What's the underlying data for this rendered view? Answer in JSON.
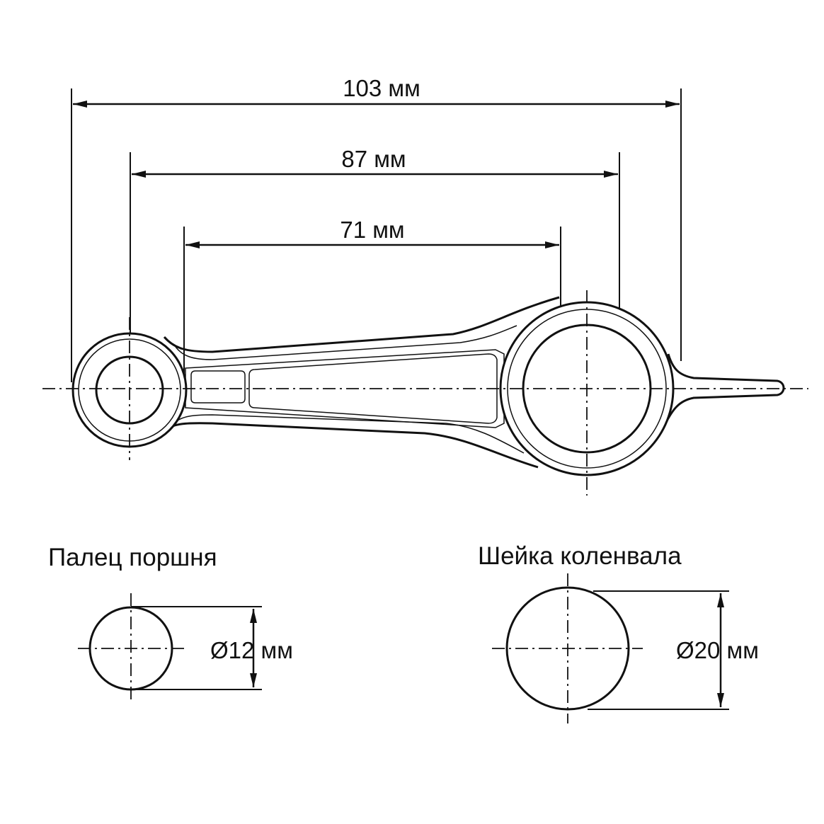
{
  "dimensions": {
    "overall_label": "103 мм",
    "center_label": "87 мм",
    "inner_label": "71 мм"
  },
  "piston_pin": {
    "title": "Палец поршня",
    "diameter_label": "Ø12 мм"
  },
  "crank_journal": {
    "title": "Шейка коленвала",
    "diameter_label": "Ø20 мм"
  }
}
